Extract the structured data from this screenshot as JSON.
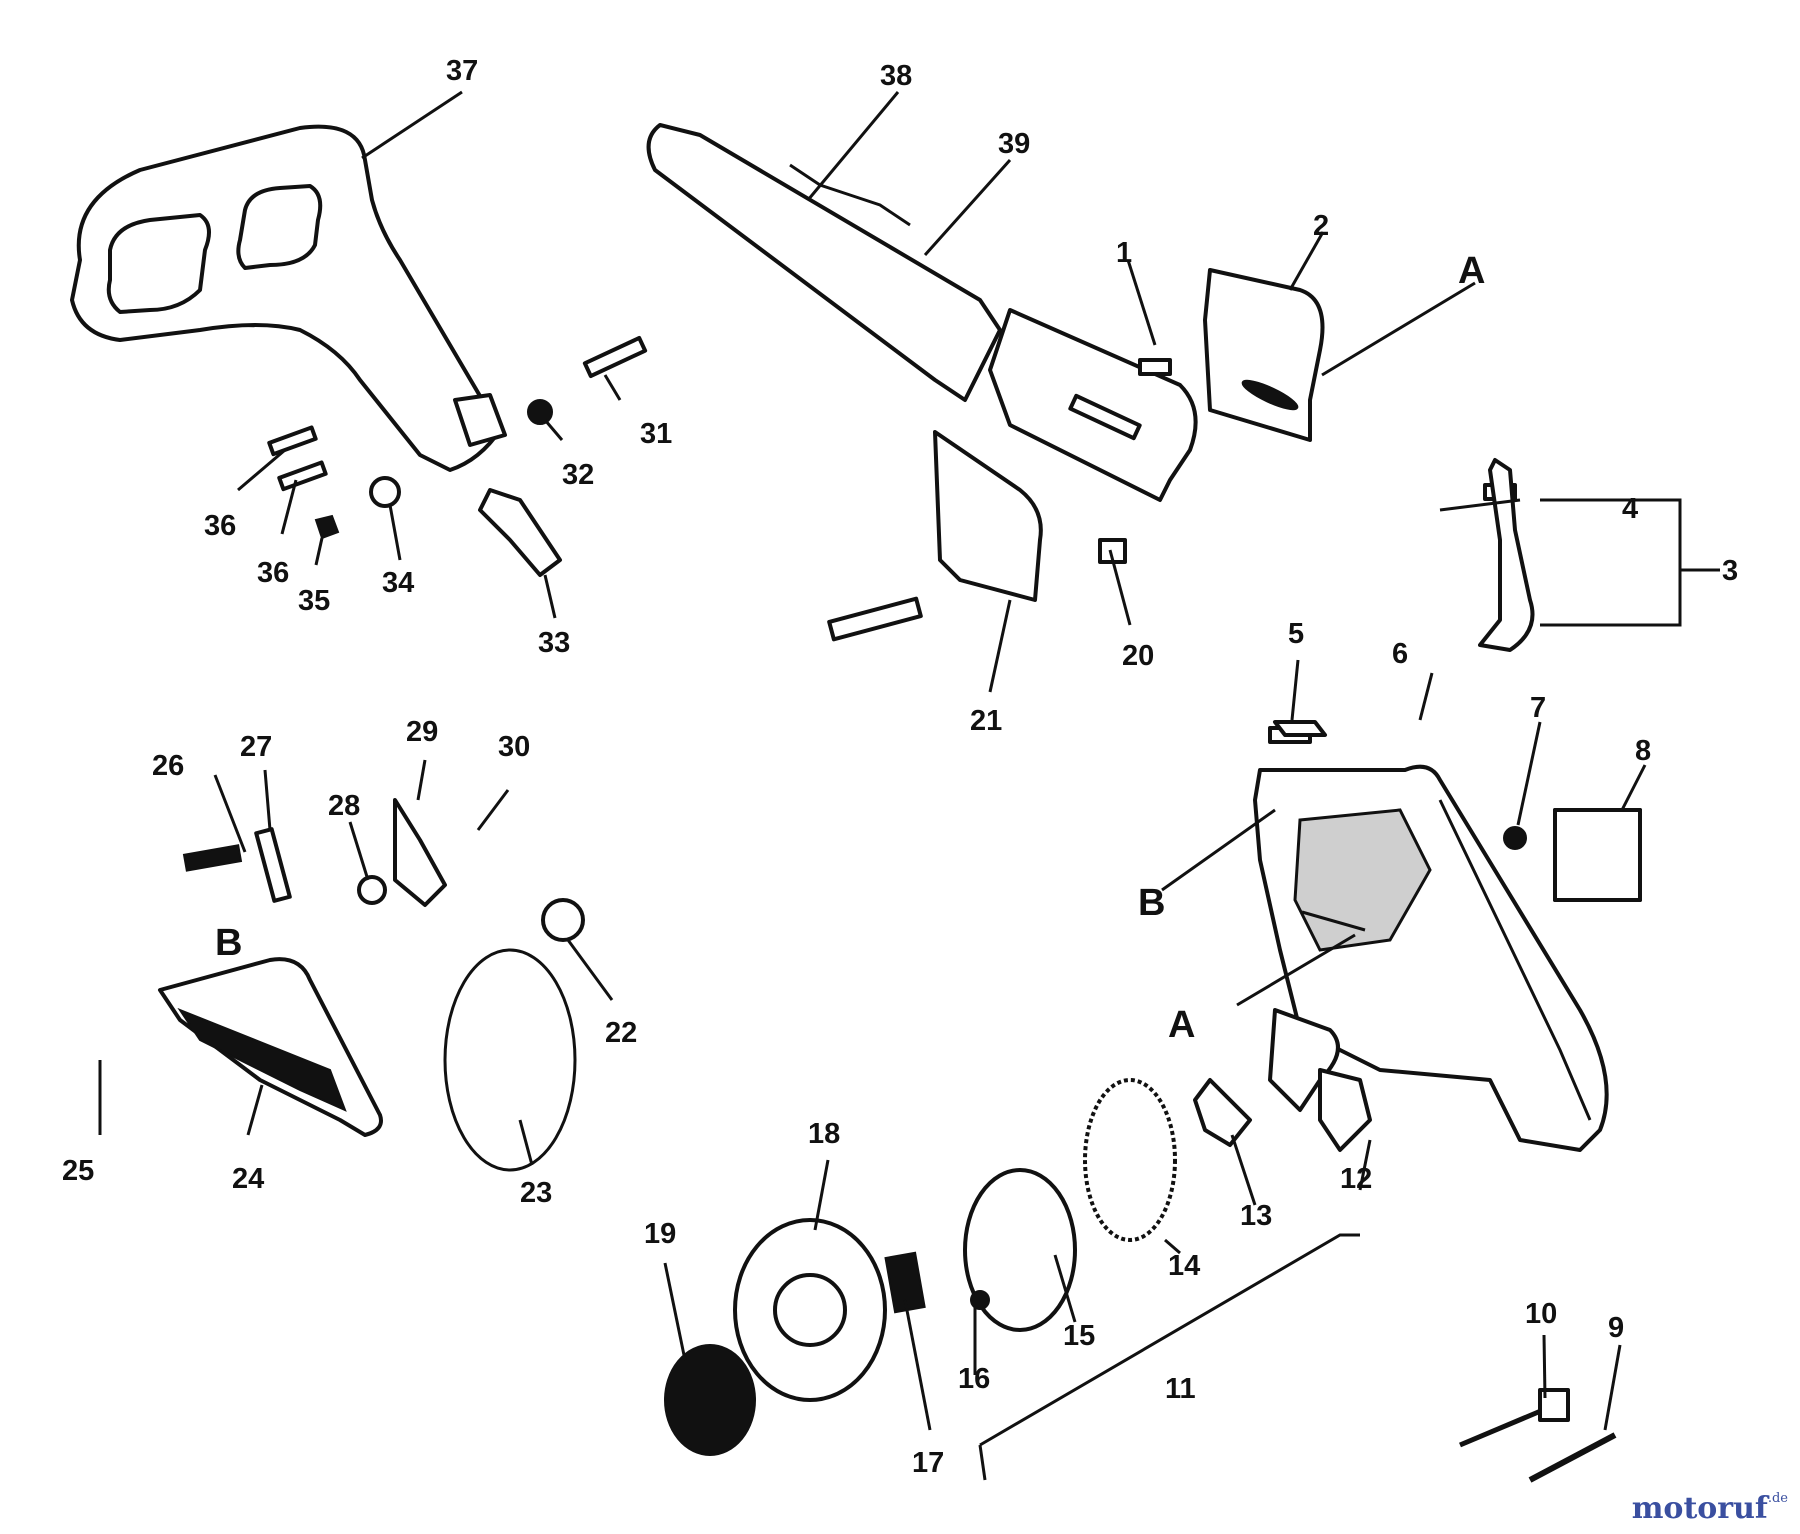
{
  "diagram": {
    "callouts": [
      "1",
      "2",
      "3",
      "4",
      "5",
      "6",
      "7",
      "8",
      "9",
      "10",
      "11",
      "12",
      "13",
      "14",
      "15",
      "16",
      "17",
      "18",
      "19",
      "20",
      "21",
      "22",
      "23",
      "24",
      "25",
      "26",
      "27",
      "28",
      "29",
      "30",
      "31",
      "32",
      "33",
      "34",
      "35",
      "36",
      "36",
      "37",
      "38",
      "39"
    ],
    "reference_letters": [
      "A",
      "A",
      "B",
      "B"
    ]
  },
  "watermark": {
    "brand": "motoruf",
    "suffix": ".de"
  }
}
